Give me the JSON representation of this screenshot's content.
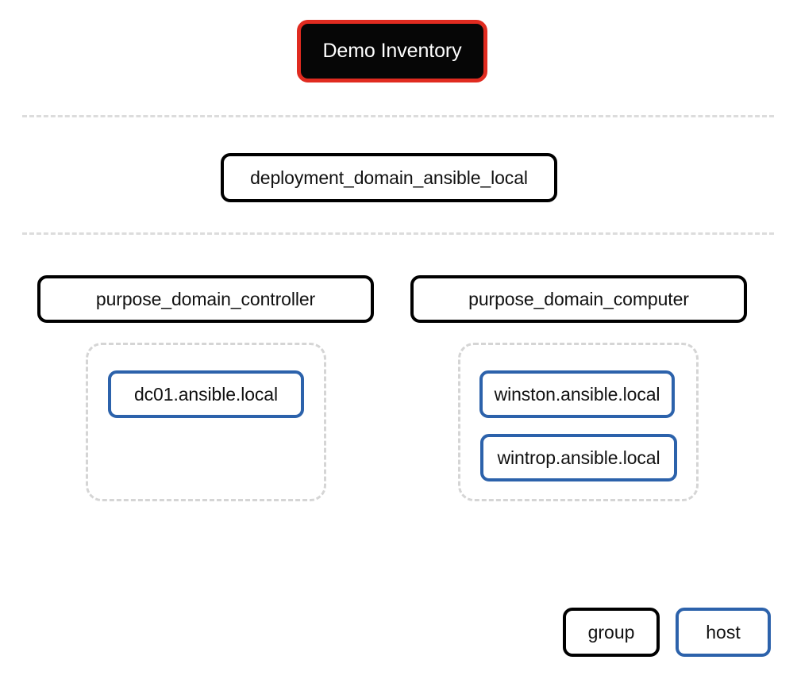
{
  "diagram": {
    "type": "ansible-inventory-tree",
    "title": "Demo Inventory",
    "root": {
      "label": "Demo Inventory",
      "kind": "inventory",
      "fill": "#060606",
      "border": "#e02b20",
      "text_color": "#ffffff"
    },
    "levels": [
      {
        "index": 0,
        "groups": [
          {
            "label": "deployment_domain_ansible_local",
            "kind": "group"
          }
        ]
      },
      {
        "index": 1,
        "groups": [
          {
            "label": "purpose_domain_controller",
            "kind": "group",
            "hosts": [
              {
                "label": "dc01.ansible.local",
                "kind": "host"
              }
            ]
          },
          {
            "label": "purpose_domain_computer",
            "kind": "group",
            "hosts": [
              {
                "label": "winston.ansible.local",
                "kind": "host"
              },
              {
                "label": "wintrop.ansible.local",
                "kind": "host"
              }
            ]
          }
        ]
      }
    ],
    "separators": [
      {
        "name": "separator-top"
      },
      {
        "name": "separator-middle"
      }
    ],
    "legend": {
      "items": [
        {
          "label": "group",
          "kind": "group",
          "border": "#000000"
        },
        {
          "label": "host",
          "kind": "host",
          "border": "#2c62ab"
        }
      ]
    },
    "colors": {
      "root_border": "#e02b20",
      "root_fill": "#060606",
      "group_border": "#000000",
      "host_border": "#2c62ab",
      "cluster_border": "#d5d5d5",
      "separator": "#dcdcdc",
      "background": "#ffffff"
    }
  }
}
